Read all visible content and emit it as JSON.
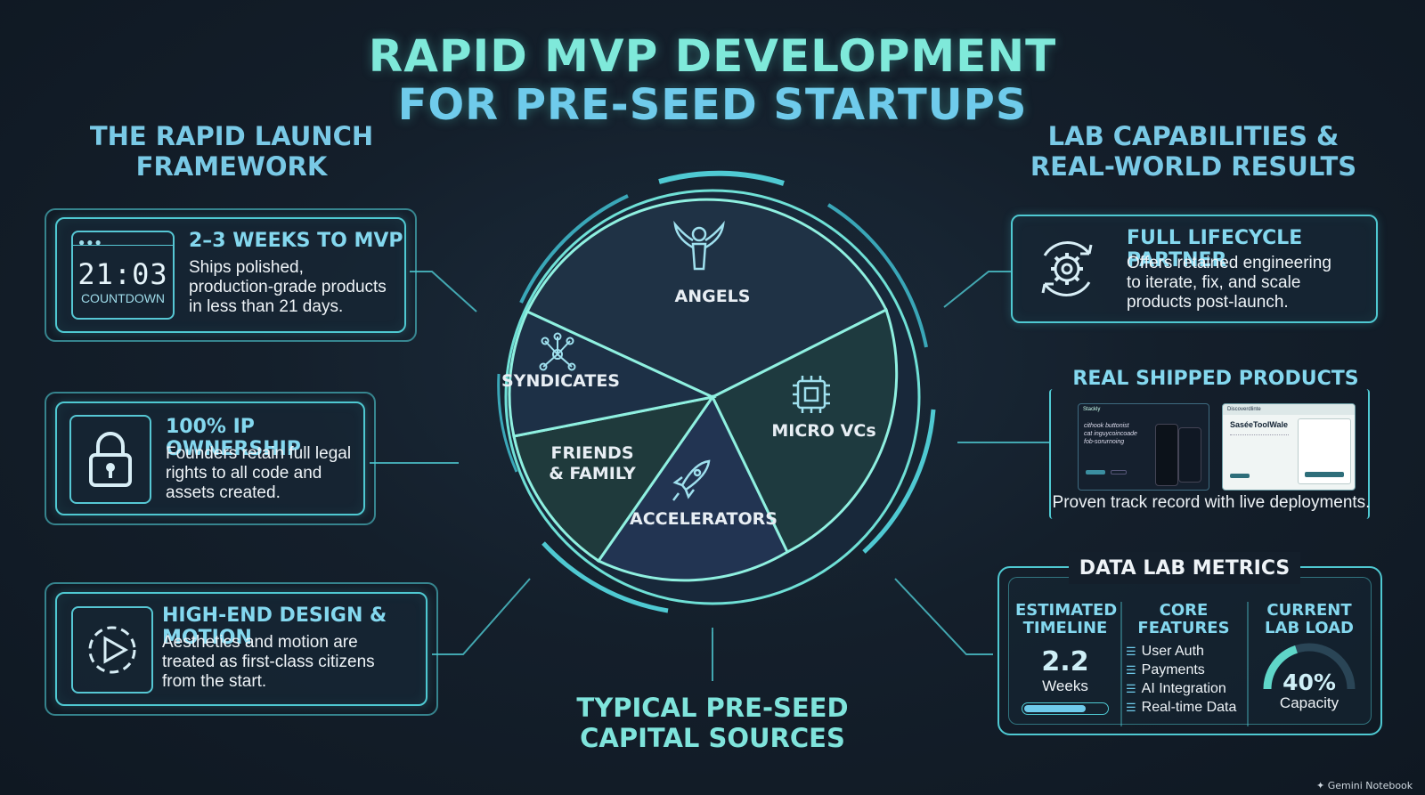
{
  "title": {
    "line1": "RAPID MVP DEVELOPMENT",
    "line2": "FOR PRE-SEED STARTUPS"
  },
  "left": {
    "heading_line1": "THE RAPID LAUNCH",
    "heading_line2": "FRAMEWORK",
    "cards": [
      {
        "title": "2–3 WEEKS TO MVP",
        "text": [
          "Ships polished,",
          "production-grade products",
          "in less than 21 days."
        ],
        "icon": "countdown-window-icon",
        "countdown_value": "21:03",
        "countdown_label": "COUNTDOWN"
      },
      {
        "title": "100% IP OWNERSHIP",
        "text": [
          "Founders retain full legal",
          "rights to all code and",
          "assets created."
        ],
        "icon": "padlock-icon"
      },
      {
        "title": "HIGH-END DESIGN & MOTION",
        "text": [
          "Aesthetics and motion are",
          "treated as first-class citizens",
          "from the start."
        ],
        "icon": "play-motion-icon"
      }
    ]
  },
  "center": {
    "heading_line1": "TYPICAL PRE-SEED",
    "heading_line2": "CAPITAL SOURCES",
    "segments": [
      {
        "label": "ANGELS",
        "icon": "angel-wings-icon"
      },
      {
        "label_line1": "MICRO VCs",
        "icon": "chip-icon"
      },
      {
        "label": "ACCELERATORS",
        "icon": "rocket-icon"
      },
      {
        "label_line1": "FRIENDS",
        "label_line2": "& FAMILY"
      },
      {
        "label": "SYNDICATES",
        "icon": "network-nodes-icon"
      }
    ]
  },
  "right": {
    "heading_line1": "LAB CAPABILITIES &",
    "heading_line2": "REAL-WORLD RESULTS",
    "partner": {
      "title": "FULL LIFECYCLE PARTNER",
      "text": [
        "Offers retained engineering",
        "to iterate, fix, and scale",
        "products post-launch."
      ],
      "icon": "gear-cycle-icon"
    },
    "shipped": {
      "title": "REAL SHIPPED PRODUCTS",
      "caption": "Proven track record with live deployments.",
      "shot1_brand": "Stackly",
      "shot1_lines": [
        "cithook buttonist",
        "cat inguycoincoade",
        "fob-sorurnoing"
      ],
      "shot2_brand": "Discoverdlinte",
      "shot2_heading": "SaséeToolWale"
    },
    "metrics": {
      "title": "DATA LAB METRICS",
      "timeline_head": [
        "ESTIMATED",
        "TIMELINE"
      ],
      "timeline_value": "2.2",
      "timeline_unit": "Weeks",
      "timeline_progress": 0.75,
      "features_head": [
        "CORE",
        "FEATURES"
      ],
      "features": [
        "User Auth",
        "Payments",
        "AI Integration",
        "Real-time Data"
      ],
      "load_head": [
        "CURRENT",
        "LAB LOAD"
      ],
      "load_value": "40%",
      "load_unit": "Capacity",
      "load_fraction": 0.4
    }
  },
  "watermark": "Gemini Notebook",
  "colors": {
    "accent_teal": "#7fe9da",
    "accent_blue": "#79c9e6",
    "card_border": "#4fc9d2",
    "background": "#141f2b"
  }
}
